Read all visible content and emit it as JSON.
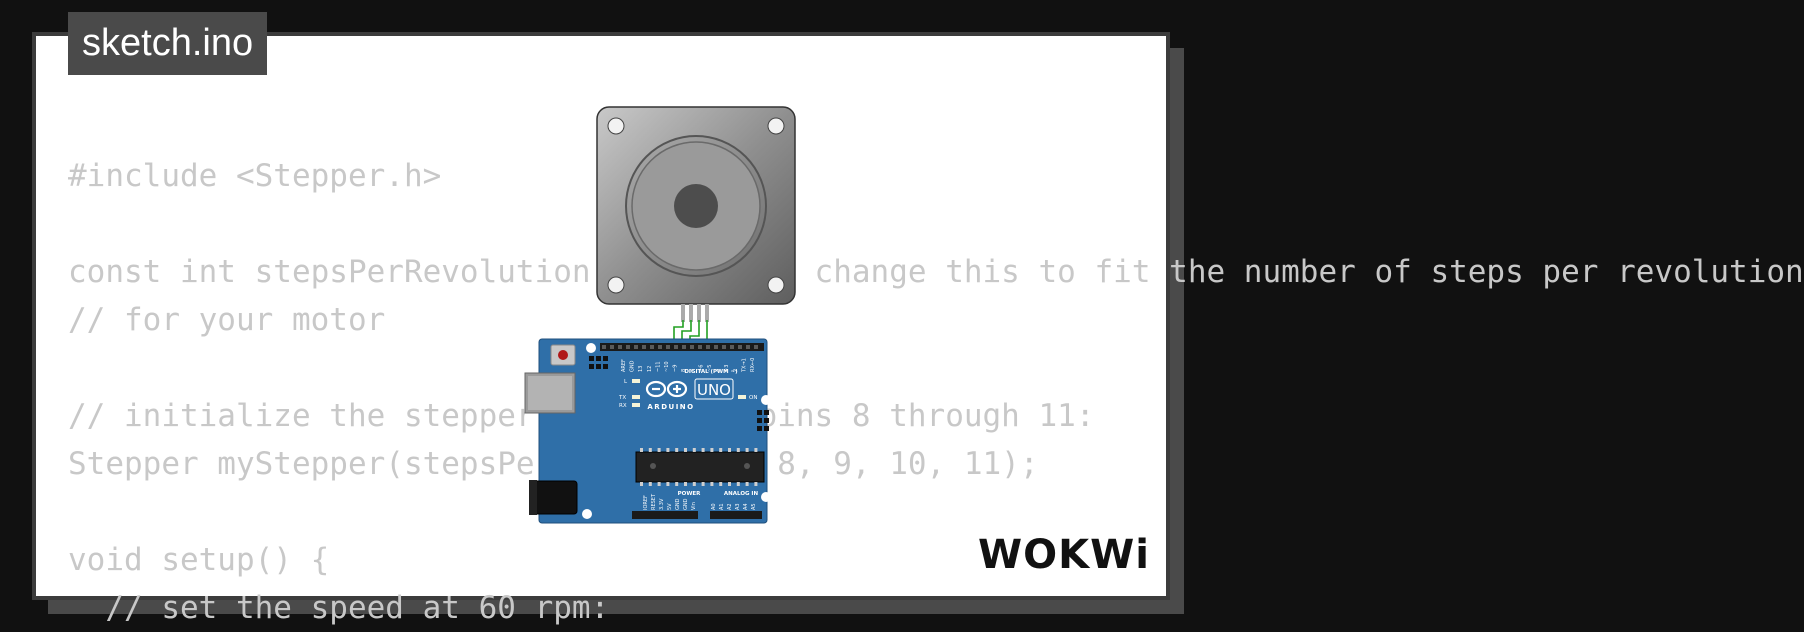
{
  "tab": {
    "filename": "sketch.ino"
  },
  "code_lines": [
    "#include <Stepper.h>",
    "",
    "const int stepsPerRevolution = 200;  // change this to fit the number of steps per revolution",
    "// for your motor",
    "",
    "// initialize the stepper library on pins 8 through 11:",
    "Stepper myStepper(stepsPerRevolution, 8, 9, 10, 11);",
    "",
    "void setup() {",
    "  // set the speed at 60 rpm:"
  ],
  "board": {
    "brand": "ARDUINO",
    "model": "UNO",
    "digital_header_label": "DIGITAL (PWM ~)",
    "digital_pins": [
      "AREF",
      "GND",
      "13",
      "12",
      "~11",
      "~10",
      "~9",
      "8",
      "7",
      "~6",
      "~5",
      "4",
      "~3",
      "2",
      "TX→1",
      "RX←0"
    ],
    "power_header_label": "POWER",
    "power_pins": [
      "IOREF",
      "RESET",
      "3.3V",
      "5V",
      "GND",
      "GND",
      "Vin"
    ],
    "analog_header_label": "ANALOG IN",
    "analog_pins": [
      "A0",
      "A1",
      "A2",
      "A3",
      "A4",
      "A5"
    ],
    "led_labels": [
      "L",
      "TX",
      "RX",
      "ON"
    ]
  },
  "logo": {
    "text": "WOKWi"
  },
  "colors": {
    "background": "#111111",
    "board": "#2f6fa8",
    "wire": "#22a022",
    "code_text": "#c8c8c8",
    "tab_bg": "#4a4a4a"
  }
}
